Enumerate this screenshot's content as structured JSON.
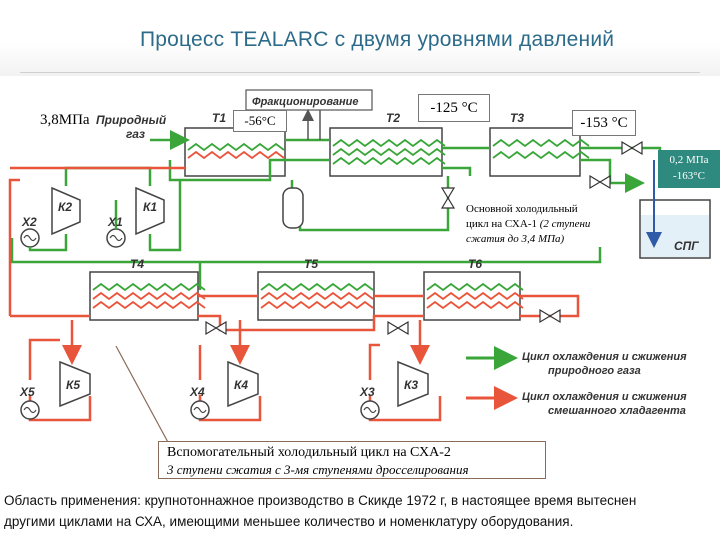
{
  "title": "Процесс  TEALARC  с двумя уровнями давлений",
  "annotations": {
    "feed_pressure": "3,8МПа",
    "temp_t1": "-56°С",
    "temp_t2": "-125 °С",
    "temp_t3": "-153 °С",
    "outlet_pressure": "0,2 МПа",
    "outlet_temp": "-163°С"
  },
  "labels": {
    "feed_gas_line1": "Природный",
    "feed_gas_line2": "газ",
    "fractionation": "Фракционирование",
    "product": "СПГ",
    "heat_exchangers": [
      "Т1",
      "Т2",
      "Т3",
      "Т4",
      "Т5",
      "Т6"
    ],
    "compressors": [
      "К1",
      "К2",
      "К3",
      "К4",
      "К5"
    ],
    "coolers": [
      "Х1",
      "Х2",
      "Х3",
      "Х4",
      "Х5"
    ]
  },
  "legend": {
    "green_line1": "Цикл охлаждения и сжижения",
    "green_line2": "природного газа",
    "red_line1": "Цикл охлаждения и сжижения",
    "red_line2": "смешанного хладагента",
    "green_color": "#3aa63a",
    "red_color": "#e8553a"
  },
  "cycle1_note": {
    "line1": "Основной холодильный",
    "line2": "цикл на СХА-1",
    "line2_italic": "(2 ступени",
    "line3_italic": "сжатия до 3,4 МПа)"
  },
  "cycle2_note": {
    "line1": "Вспомогательный холодильный цикл на СХА-2",
    "line2": "3 ступени сжатия с 3-мя ступенями дросселирования"
  },
  "footer": {
    "line1": "Область применения: крупнотоннажное производство в Скикде 1972 г, в настоящее время вытеснен",
    "line2": "другими циклами на СХА, имеющими меньшее количество и номенклатуру оборудования."
  }
}
